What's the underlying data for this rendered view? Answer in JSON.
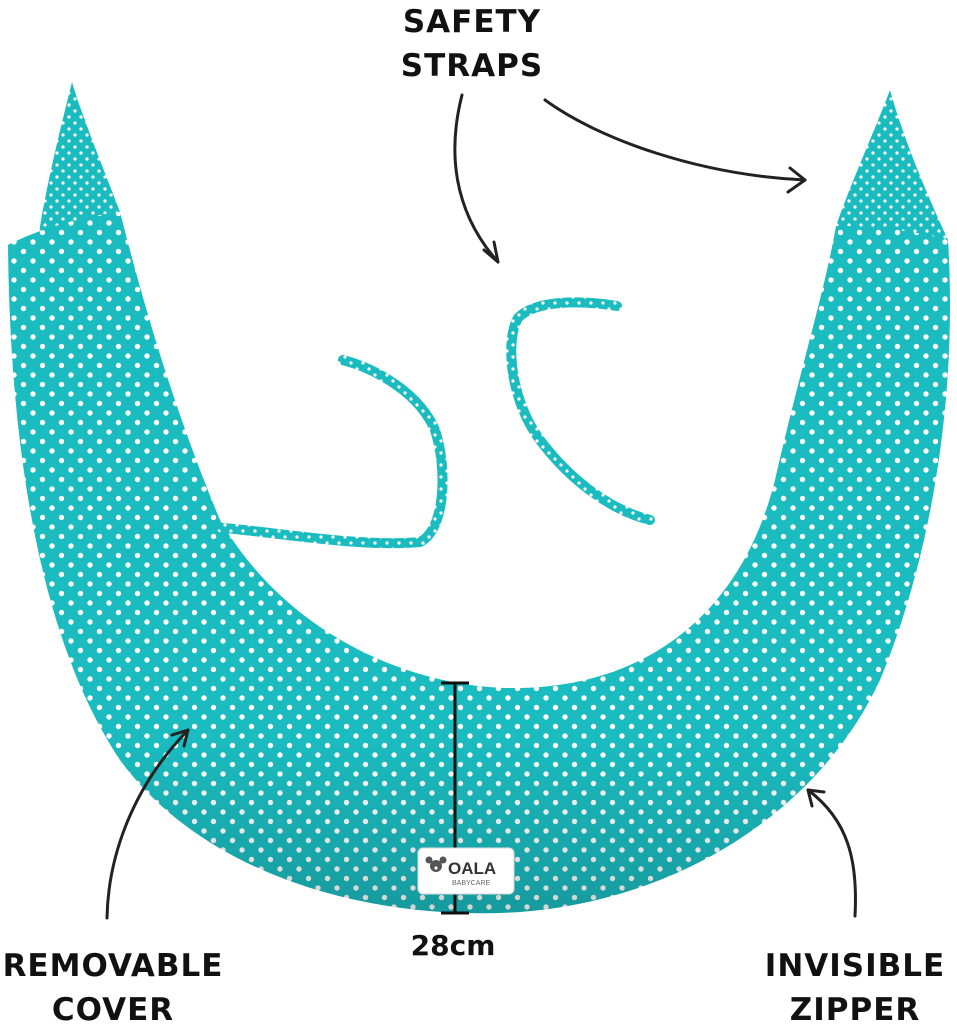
{
  "labels": {
    "safety_straps": [
      "SAFETY",
      "STRAPS"
    ],
    "removable_cover": [
      "REMOVABLE",
      "COVER"
    ],
    "invisible_zipper": [
      "INVISIBLE",
      "ZIPPER"
    ],
    "measurement": "28cm"
  },
  "logo_text": {
    "brand": "OALA",
    "sub": "BABYCARE"
  },
  "colors": {
    "fabric": "#1bbcc0",
    "fabric_dark": "#109ea3",
    "dots": "#ffffff",
    "text": "#111111",
    "arrow": "#222222"
  },
  "icons": [
    "koala-logo-icon",
    "arrow-icon",
    "measure-line-icon"
  ]
}
